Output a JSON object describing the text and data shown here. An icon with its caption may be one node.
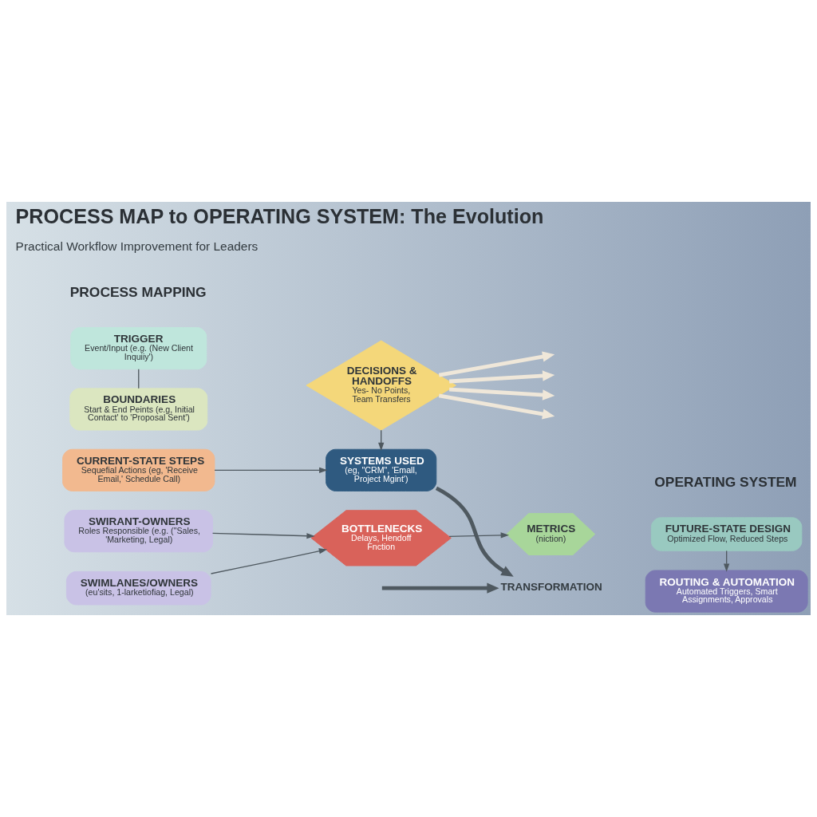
{
  "diagram": {
    "title": "PROCESS MAP to OPERATING SYSTEM: The Evolution",
    "nodes": [
      {
        "text": [
          "TRIGGER",
          "Event/Input (e.g. (New Client Inquiiy')"
        ]
      },
      {
        "text": [
          "BOUNDARIES",
          "Start & End Peints (e.g, Initial Contact' to 'Proposal Sent')"
        ]
      },
      {
        "text": [
          "CURRENT-STATE STEPS",
          "Sequefial Actions (eg, 'Receive Email,' Schedule Call)"
        ]
      },
      {
        "text": [
          "SWIRANT-OWNERS",
          "Roles Responsible (e.g. (\"Sales, 'Marketing, Legal)"
        ]
      },
      {
        "text": [
          "SWIMLANES/OWNERS",
          "(eu'sits, 1-larketiofiag, Legal)"
        ]
      },
      {
        "text": [
          "DECISIONS & HANDOFFS",
          "Yes- No Points, Team Transfers"
        ]
      },
      {
        "text": [
          "SYSTEMS USED",
          "(eg, \"CRM\", 'Emall, Project Mgint')"
        ]
      },
      {
        "text": [
          "BOTTLENECKS",
          "Delays, Hendoff Fnction"
        ]
      },
      {
        "text": [
          "METRICS",
          "(niction)"
        ]
      },
      {
        "text": [
          "TRANSFORMATION"
        ]
      },
      {
        "text": [
          "FUTURE-STATE DESIGN",
          "Optimized Flow, Reduced Steps"
        ]
      },
      {
        "text": [
          "ROUTING & AUTOMATION",
          "Automated Triggers, Smart Assignments, Approvals"
        ]
      }
    ],
    "edges": [
      {
        "from": 0,
        "to": 1,
        "arrow": "none"
      },
      {
        "from": 2,
        "to": 6,
        "arrow": "to"
      },
      {
        "from": 5,
        "to": 6,
        "arrow": "to"
      },
      {
        "from": 5,
        "to": null,
        "arrow": "to",
        "style": "thick",
        "color": "#efe7d9"
      },
      {
        "from": 5,
        "to": null,
        "arrow": "to",
        "style": "thick",
        "color": "#efe7d9"
      },
      {
        "from": 5,
        "to": null,
        "arrow": "to",
        "style": "thick",
        "color": "#efe7d9"
      },
      {
        "from": 5,
        "to": null,
        "arrow": "to",
        "style": "thick",
        "color": "#efe7d9"
      },
      {
        "from": 3,
        "to": 7,
        "arrow": "to"
      },
      {
        "from": 4,
        "to": 7,
        "arrow": "to"
      },
      {
        "from": 7,
        "to": 8,
        "arrow": "to"
      },
      {
        "from": null,
        "to": 9,
        "arrow": "to",
        "style": "thick"
      },
      {
        "from": 6,
        "to": 9,
        "arrow": "to",
        "style": "thick"
      },
      {
        "from": 10,
        "to": 11,
        "arrow": "to"
      }
    ],
    "labels": [
      "Practical Workflow Improvement for Leaders",
      "PROCESS MAPPING",
      "OPERATING SYSTEM"
    ]
  }
}
